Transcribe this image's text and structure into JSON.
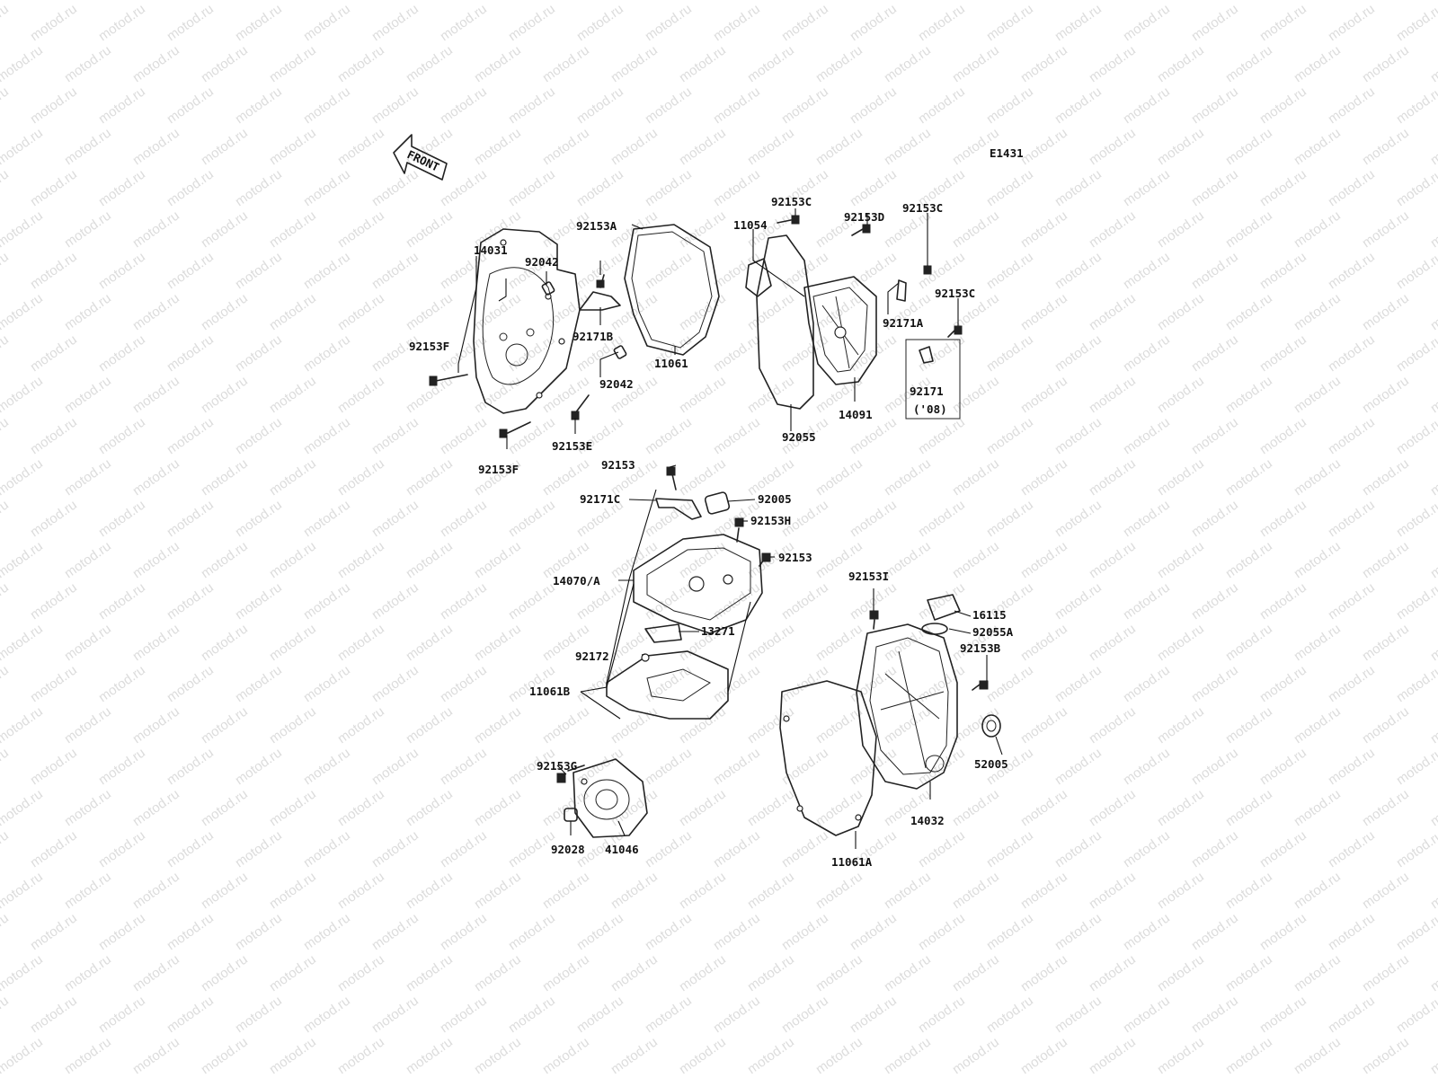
{
  "diagram": {
    "code": "E1431",
    "front_marker": "FRONT",
    "watermark_text": "motod.ru",
    "note_08": "('08)"
  },
  "labels": {
    "p14031": "14031",
    "p92042a": "92042",
    "p92153A": "92153A",
    "p92171B": "92171B",
    "p92153F_a": "92153F",
    "p92042b": "92042",
    "p11061": "11061",
    "p92153E": "92153E",
    "p92153F_b": "92153F",
    "p92153C_a": "92153C",
    "p11054": "11054",
    "p92153D": "92153D",
    "p92153C_b": "92153C",
    "p92171A": "92171A",
    "p92153C_c": "92153C",
    "p92171": "92171",
    "p92055": "92055",
    "p14091": "14091",
    "p92153_a": "92153",
    "p92171C": "92171C",
    "p92005": "92005",
    "p92153H": "92153H",
    "p92153_b": "92153",
    "p14070A": "14070/A",
    "p13271": "13271",
    "p92172": "92172",
    "p11061B": "11061B",
    "p92153I": "92153I",
    "p16115": "16115",
    "p92055A": "92055A",
    "p92153B": "92153B",
    "p52005": "52005",
    "p14032": "14032",
    "p11061A": "11061A",
    "p92153G": "92153G",
    "p92028": "92028",
    "p41046": "41046"
  }
}
